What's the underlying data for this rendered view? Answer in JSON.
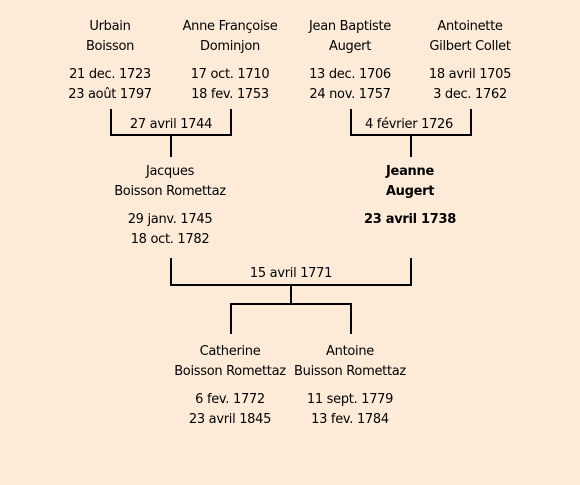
{
  "persons": {
    "urbain": {
      "name1": "Urbain",
      "name2": "Boisson",
      "birth": "21 dec. 1723",
      "death": "23 août 1797"
    },
    "anne": {
      "name1": "Anne Françoise",
      "name2": "Dominjon",
      "birth": "17 oct. 1710",
      "death": "18 fev. 1753"
    },
    "jeanbaptiste": {
      "name1": "Jean Baptiste",
      "name2": "Augert",
      "birth": "13 dec. 1706",
      "death": "24 nov. 1757"
    },
    "antoinette": {
      "name1": "Antoinette",
      "name2": "Gilbert Collet",
      "birth": "18 avril 1705",
      "death": "3 dec. 1762"
    },
    "jacques": {
      "name1": "Jacques",
      "name2": "Boisson Romettaz",
      "birth": "29 janv. 1745",
      "death": "18 oct. 1782"
    },
    "jeanne": {
      "name1": "Jeanne",
      "name2": "Augert",
      "birth": "23 avril 1738"
    },
    "catherine": {
      "name1": "Catherine",
      "name2": "Boisson Romettaz",
      "birth": "6 fev. 1772",
      "death": "23 avril 1845"
    },
    "antoine": {
      "name1": "Antoine",
      "name2": "Buisson Romettaz",
      "birth": "11 sept. 1779",
      "death": "13 fev. 1784"
    }
  },
  "marriages": {
    "urbain_anne": "27 avril 1744",
    "jeanbaptiste_antoinette": "4 février 1726",
    "jacques_jeanne": "15 avril 1771"
  }
}
